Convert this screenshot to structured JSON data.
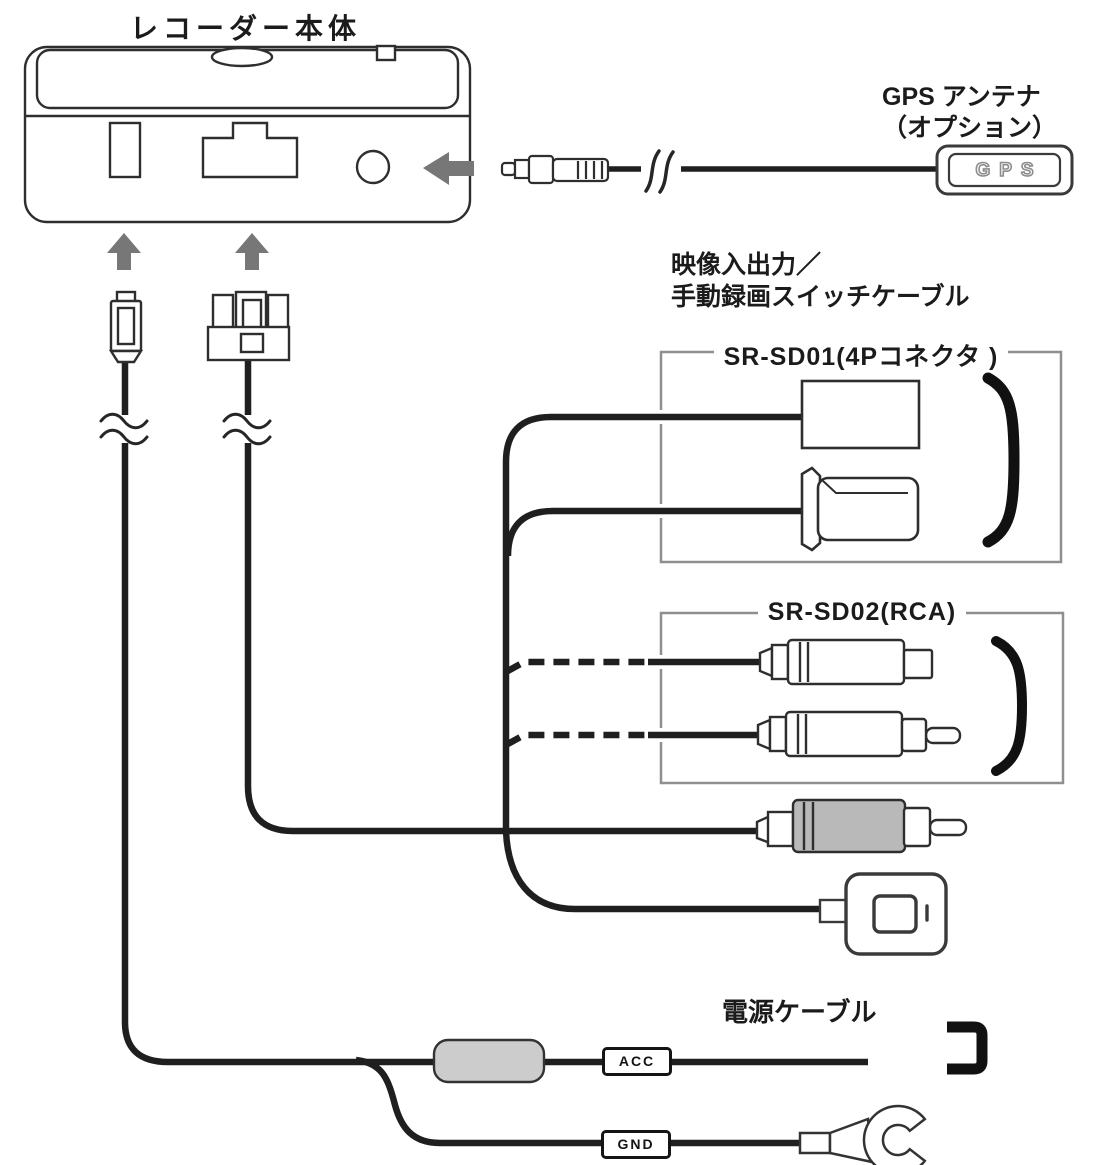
{
  "diagram": {
    "title": "レコーダー本体",
    "gps": {
      "label_line1": "GPS アンテナ",
      "label_line2": "（オプション）",
      "unit_text": "GPS"
    },
    "video_io": {
      "line1": "映像入出力／",
      "line2": "手動録画スイッチケーブル"
    },
    "boxes": {
      "sd01_label": "SR-SD01(4Pコネクタ )",
      "sd02_label": "SR-SD02(RCA)"
    },
    "power": {
      "label": "電源ケーブル",
      "acc": "ACC",
      "gnd": "GND"
    },
    "colors": {
      "line": "#1f1f1f",
      "box_outline": "#8f8f8f",
      "arrow_gray": "#777777",
      "rca_gray": "#b9b9b9",
      "fuse_gray": "#cccccc"
    }
  }
}
